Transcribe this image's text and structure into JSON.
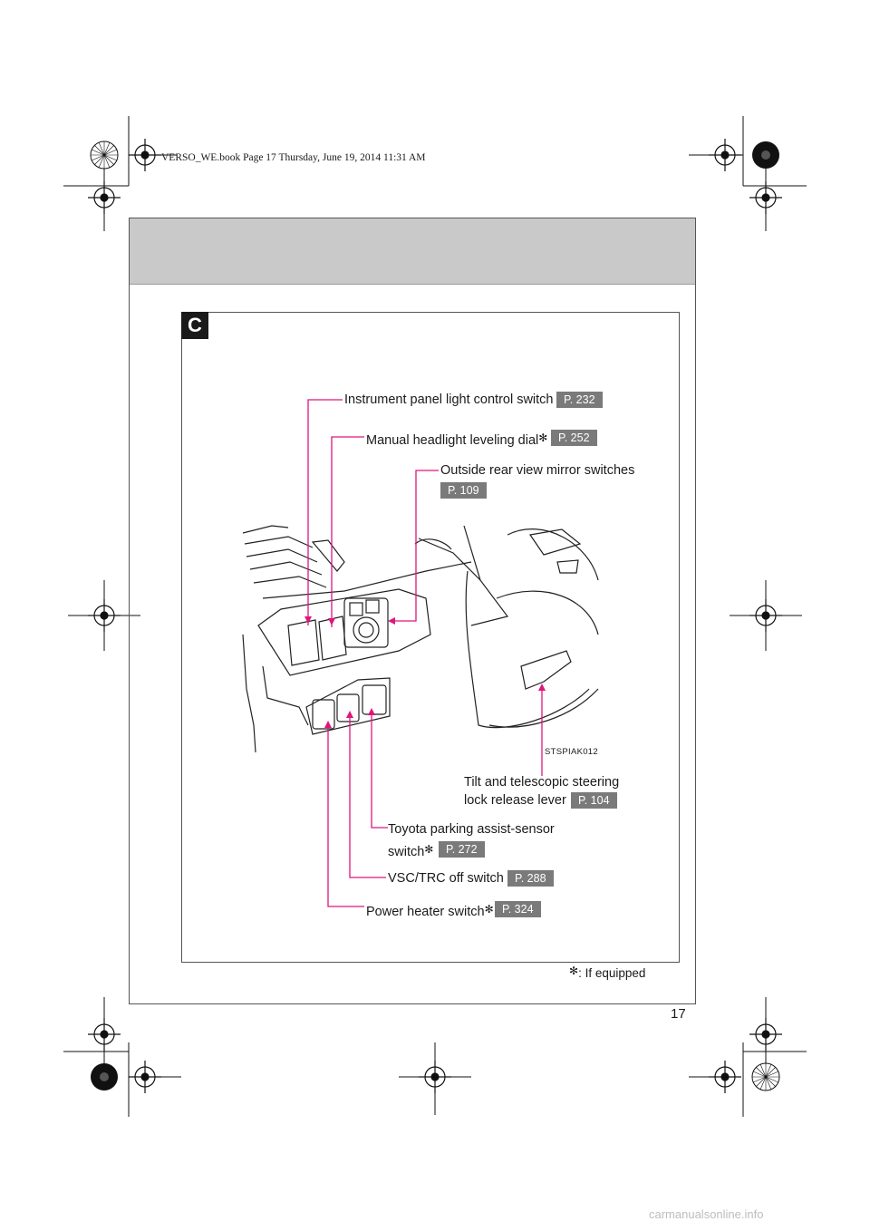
{
  "bookline": "VERSO_WE.book  Page 17  Thursday, June 19, 2014  11:31 AM",
  "section_letter": "C",
  "figure_code": "STSPIAK012",
  "callouts": {
    "instrument_panel": {
      "label": "Instrument panel light control switch",
      "ref": "P. 232"
    },
    "headlight_leveling": {
      "label": "Manual headlight leveling dial",
      "ref": "P. 252"
    },
    "mirror_switches": {
      "label": "Outside rear view mirror switches",
      "ref": "P. 109"
    },
    "tilt_steering": {
      "label_line1": "Tilt and telescopic steering",
      "label_line2": "lock release lever",
      "ref": "P. 104"
    },
    "parking_assist": {
      "label_line1": "Toyota parking assist-sensor",
      "label_line2": "switch",
      "ref": "P. 272"
    },
    "vsc_trc": {
      "label": "VSC/TRC off switch",
      "ref": "P. 288"
    },
    "power_heater": {
      "label": "Power heater switch",
      "ref": "P. 324"
    }
  },
  "star_symbol": "✻",
  "footnote": ": If equipped",
  "page_number": "17",
  "watermark": "carmanualsonline.info",
  "colors": {
    "leader": "#e0157d",
    "header_band": "#c9c9c9",
    "ref_box": "#7a7a7a"
  }
}
